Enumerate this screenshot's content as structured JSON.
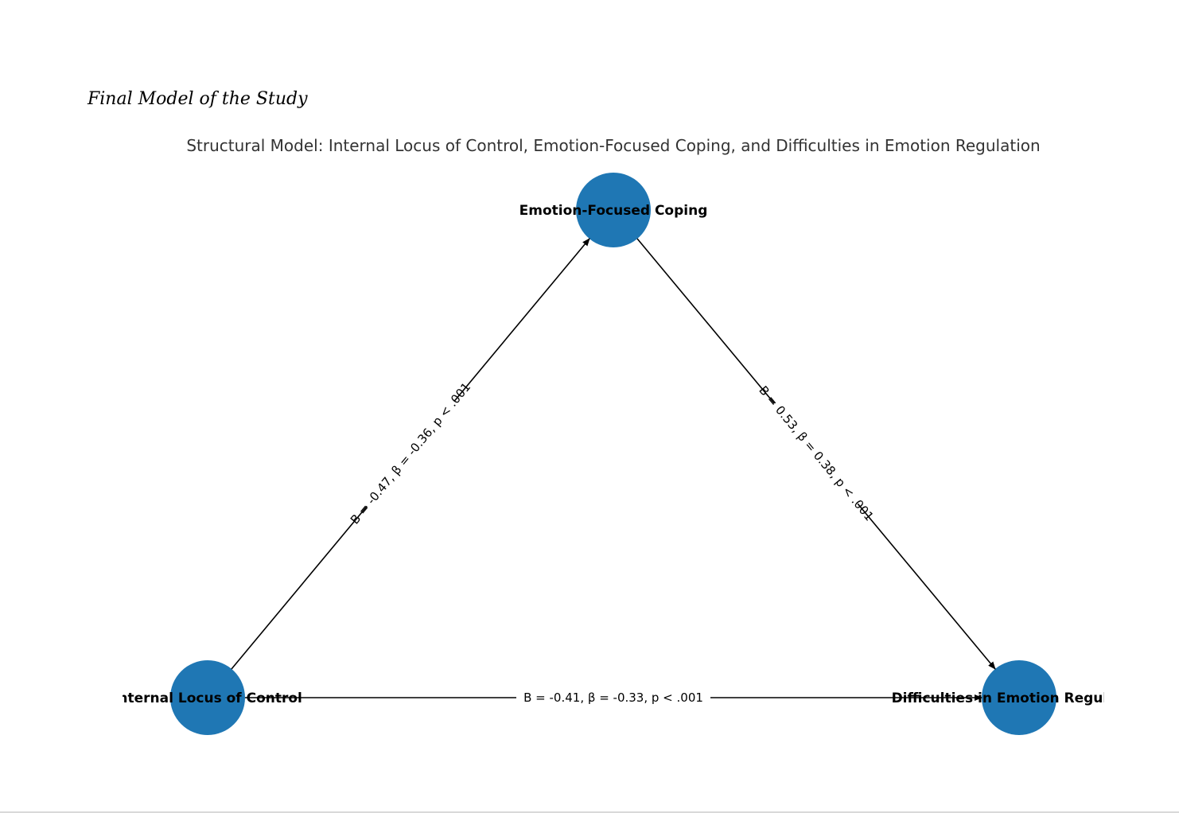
{
  "caption": "Final Model of the Study",
  "title": "Structural Model: Internal Locus of Control, Emotion-Focused Coping, and Difficulties in Emotion Regulation",
  "node_color": "#1f77b4",
  "nodes": {
    "iloc": {
      "label": "Internal Locus of Control"
    },
    "efc": {
      "label": "Emotion-Focused Coping"
    },
    "der": {
      "label": "Difficulties in Emotion Regulation"
    }
  },
  "edges": {
    "iloc_efc": {
      "label": "B = -0.47, β = -0.36, p < .001"
    },
    "efc_der": {
      "label": "B = 0.53, β = 0.38, p < .001"
    },
    "iloc_der": {
      "label": "B = -0.41, β = -0.33, p < .001"
    }
  }
}
